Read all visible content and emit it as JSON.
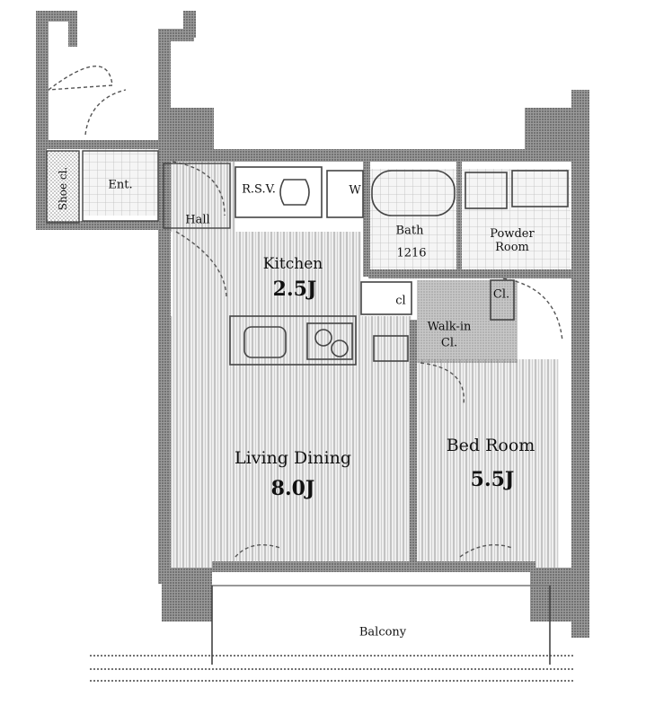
{
  "rooms": {
    "shoe_closet": "Shoe cl.",
    "entrance": "Ent.",
    "hall": "Hall",
    "refrigerator": "R.S.V.",
    "washer": "W",
    "bath": "Bath",
    "bath_size": "1216",
    "powder_room": "Powder Room",
    "kitchen": "Kitchen",
    "kitchen_size": "2.5J",
    "closet_small": "cl",
    "closet_wic": "Cl.",
    "walk_in": "Walk-in",
    "walk_in_sub": "Cl.",
    "living_dining": "Living Dining",
    "living_size": "8.0J",
    "bed_room": "Bed Room",
    "bed_size": "5.5J",
    "balcony": "Balcony"
  },
  "colors": {
    "wall": "#8a8a8a",
    "floor": "#d9d9d9",
    "line": "#444444"
  }
}
